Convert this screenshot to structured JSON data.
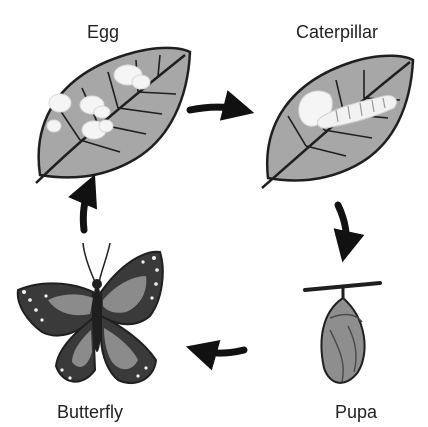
{
  "diagram": {
    "stages": [
      {
        "label": "Egg"
      },
      {
        "label": "Caterpillar"
      },
      {
        "label": "Pupa"
      },
      {
        "label": "Butterfly"
      }
    ],
    "colors": {
      "leaf_fill": "#a7a7a7",
      "outline": "#1f1f1f",
      "spots": "#f5f5f5",
      "arrow": "#111111",
      "wing_dark": "#3a3a3a",
      "wing_mid": "#8b8b8b",
      "chrysalis": "#8e8e8e"
    }
  }
}
